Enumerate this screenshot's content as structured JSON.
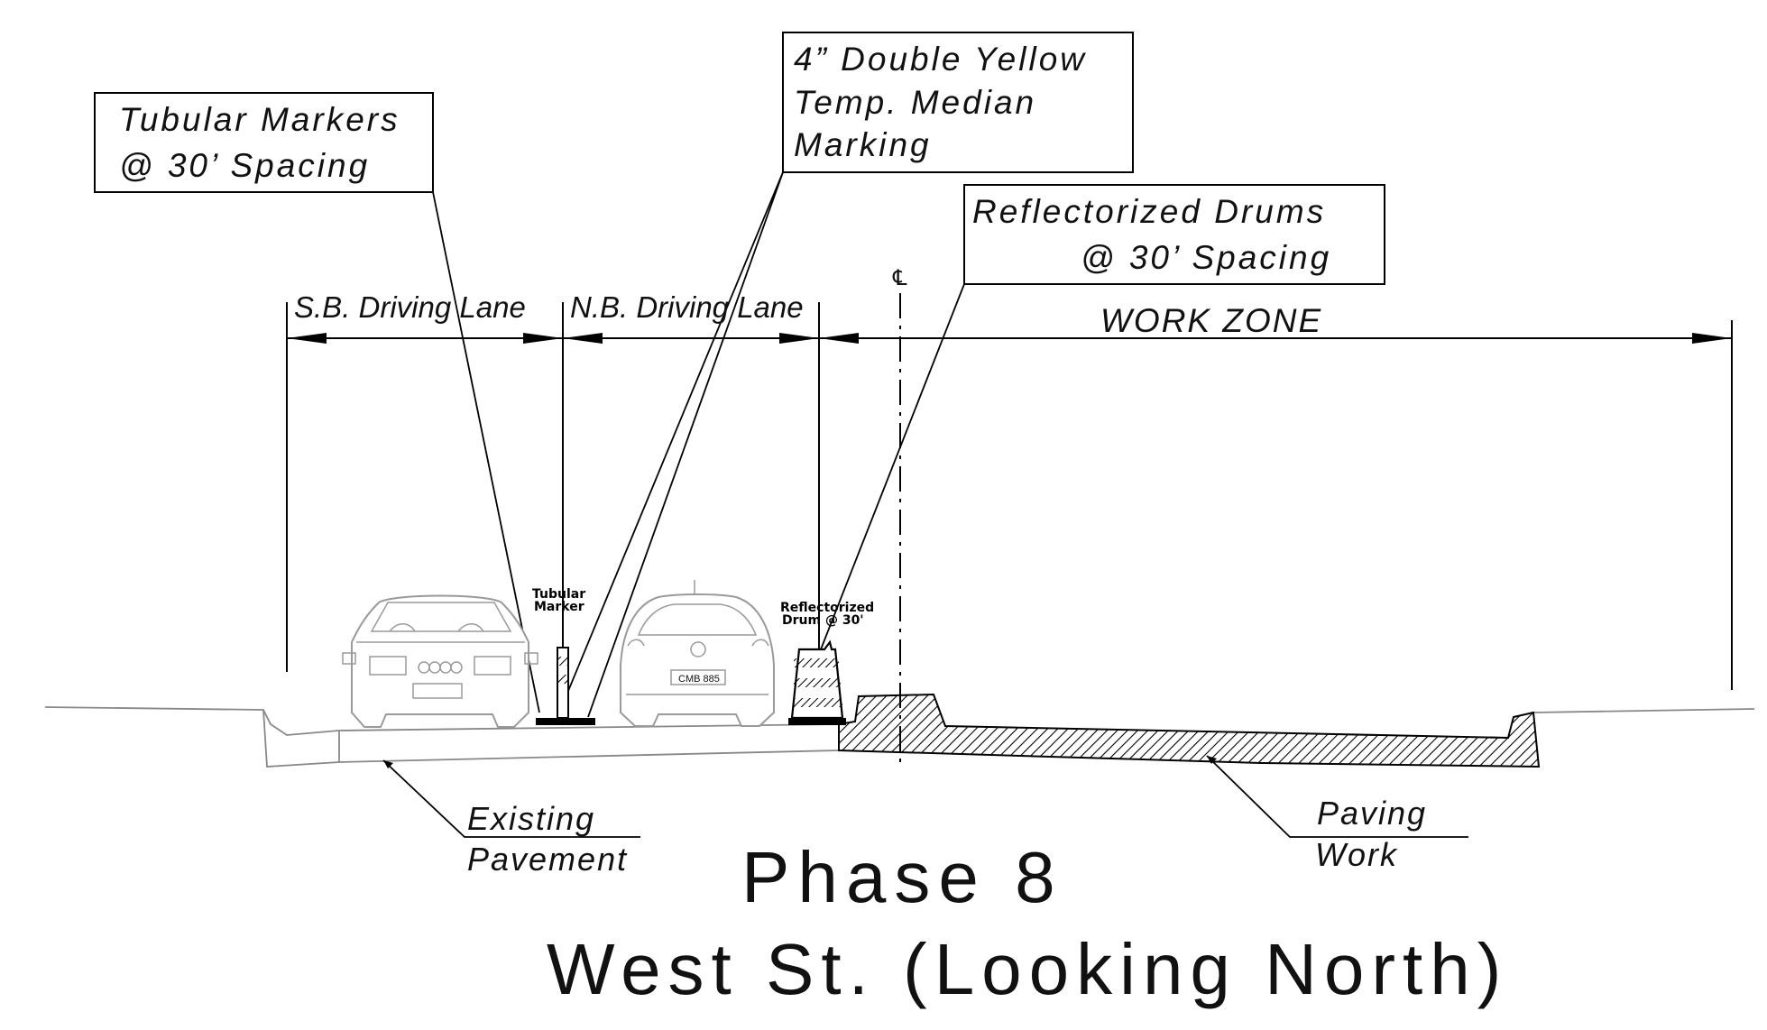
{
  "title": {
    "line1": "Phase 8",
    "line2": "West St. (Looking North)"
  },
  "callouts": {
    "tubular": {
      "line1": "Tubular Markers",
      "line2": "@ 30’ Spacing"
    },
    "yellow": {
      "line1": "4” Double Yellow",
      "line2": "Temp. Median",
      "line3": "Marking"
    },
    "drums": {
      "line1": "Reflectorized Drums",
      "line2": "@ 30’ Spacing"
    }
  },
  "dimensions": {
    "sb_lane": "S.B. Driving Lane",
    "nb_lane": "N.B. Driving Lane",
    "work_zone": "WORK ZONE",
    "centerline_symbol": "℄"
  },
  "device_labels": {
    "tubular_line1": "Tubular",
    "tubular_line2": "Marker",
    "drum_line1": "Reflectorized",
    "drum_line2": "Drum @ 30'"
  },
  "ground_labels": {
    "existing_line1": "Existing",
    "existing_line2": "Pavement",
    "paving_line1": "Paving",
    "paving_line2": "Work"
  },
  "plates": {
    "rear_car": "CMB 885"
  },
  "colors": {
    "ink": "#111111",
    "car_outline": "#9a9a9a",
    "background": "#ffffff"
  }
}
